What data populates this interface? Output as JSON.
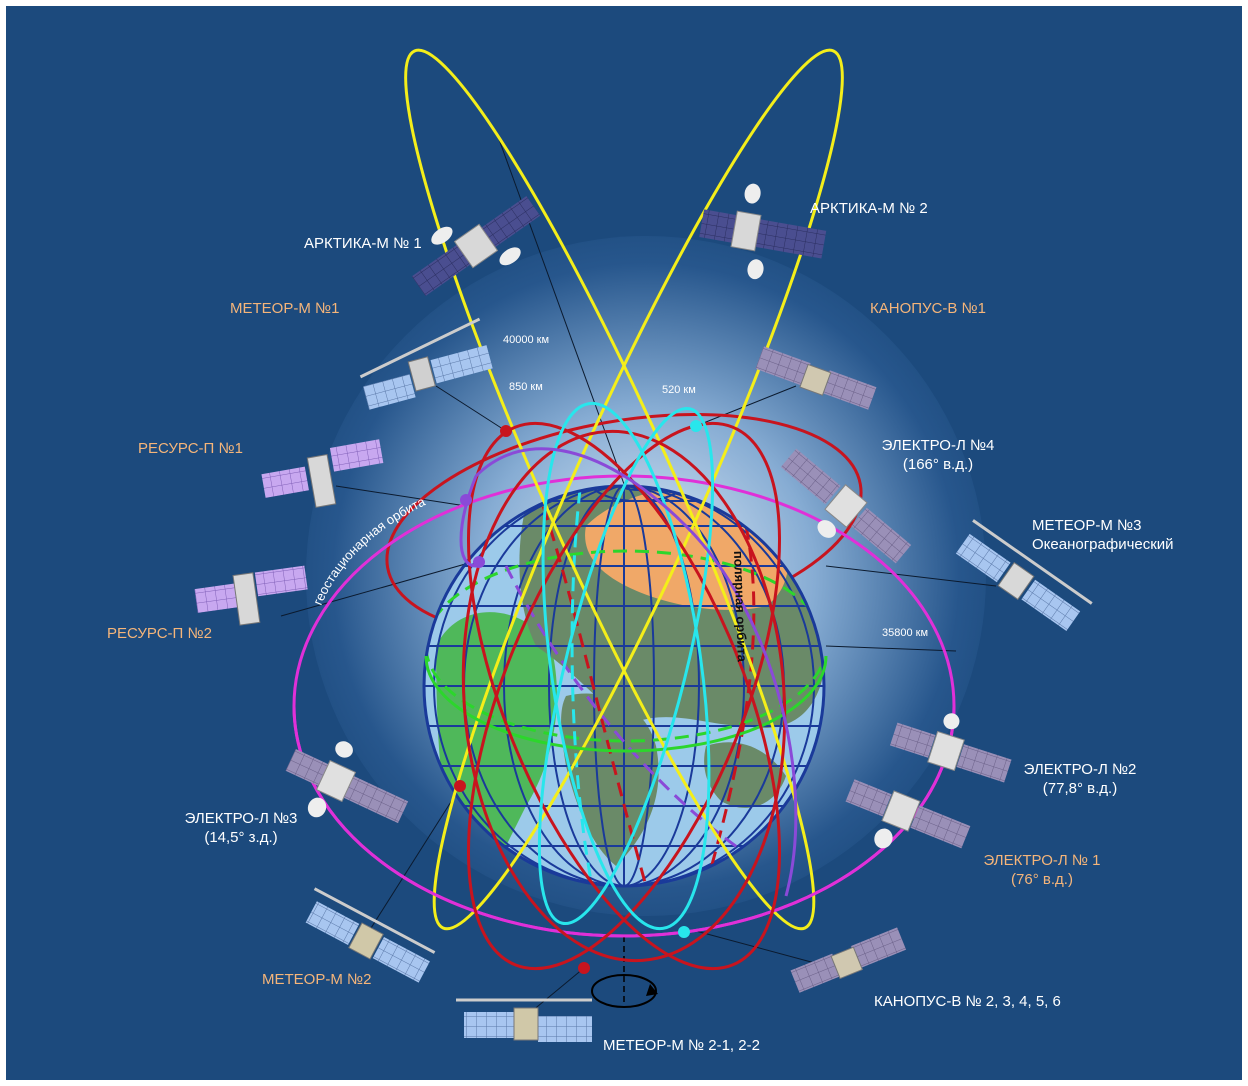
{
  "colors": {
    "background": "#1c4a7d",
    "geostationary_orbit": "#e030d8",
    "polar_orbit_red": "#c8141e",
    "orbit_cyan": "#28e6ec",
    "orbit_yellow": "#f4ee1a",
    "orbit_green": "#2cd62c",
    "orbit_purple": "#8a4ad8",
    "orange_label": "#f5b57a"
  },
  "labels": {
    "arktika_1": "АРКТИКА-М № 1",
    "arktika_2": "АРКТИКА-М № 2",
    "meteor_1": "МЕТЕОР-М №1",
    "kanopus_1": "КАНОПУС-В №1",
    "resurs_1": "РЕСУРС-П №1",
    "resurs_2": "РЕСУРС-П №2",
    "elektro_4": "ЭЛЕКТРО-Л №4",
    "elektro_4_pos": "(166° в.д.)",
    "meteor_3": "МЕТЕОР-М №3",
    "meteor_3_sub": "Океанографический",
    "elektro_3": "ЭЛЕКТРО-Л №3",
    "elektro_3_pos": "(14,5° з.д.)",
    "elektro_2": "ЭЛЕКТРО-Л №2",
    "elektro_2_pos": "(77,8° в.д.)",
    "elektro_1": "ЭЛЕКТРО-Л № 1",
    "elektro_1_pos": "(76° в.д.)",
    "meteor_2": "МЕТЕОР-М №2",
    "kanopus_2_6": "КАНОПУС-В № 2, 3, 4, 5, 6",
    "meteor_2_1": "МЕТЕОР-М № 2-1, 2-2"
  },
  "distances": {
    "d40000": "40000 км",
    "d850": "850 км",
    "d520": "520 км",
    "d35800": "35800 км"
  },
  "orbit_labels": {
    "geostationary": "геостационарная орбита",
    "polar": "полярная орбита"
  }
}
